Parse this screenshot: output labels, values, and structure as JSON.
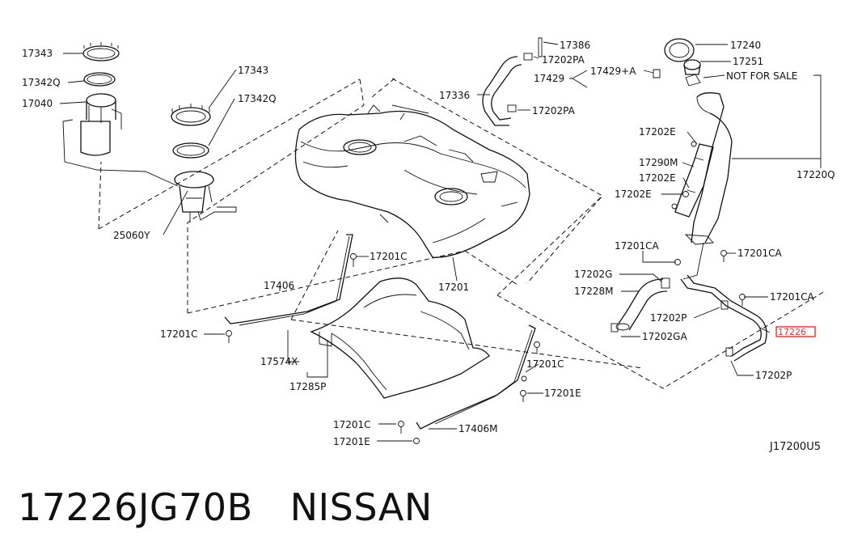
{
  "diagram": {
    "labels": {
      "p17343_top": "17343",
      "p17342q_top": "17342Q",
      "p17040": "17040",
      "p17343_mid": "17343",
      "p17342q_mid": "17342Q",
      "p25060y": "25060Y",
      "p17386": "17386",
      "p17202pa_top": "17202PA",
      "p17429": "17429",
      "p17429a": "17429+A",
      "p17336": "17336",
      "p17202pa_mid": "17202PA",
      "p17240": "17240",
      "p17251": "17251",
      "not_for_sale": "NOT FOR SALE",
      "p17202e_1": "17202E",
      "p17290m": "17290M",
      "p17202e_2": "17202E",
      "p17202e_3": "17202E",
      "p17220q": "17220Q",
      "p17201ca_1": "17201CA",
      "p17201ca_2": "17201CA",
      "p17201ca_3": "17201CA",
      "p17202g": "17202G",
      "p17228m": "17228M",
      "p17202p_1": "17202P",
      "p17202ga": "17202GA",
      "p17226_highlight": "17226",
      "p17202p_2": "17202P",
      "p17201c_1": "17201C",
      "p17406": "17406",
      "p17201": "17201",
      "p17201c_2": "17201C",
      "p17574x": "17574X",
      "p17285p": "17285P",
      "p17201c_3": "17201C",
      "p17201e_1": "17201E",
      "p17201c_4": "17201C",
      "p17201e_2": "17201E",
      "p17406m": "17406M",
      "ref_code": "J17200U5"
    }
  },
  "footer": {
    "part_number": "17226JG70B",
    "brand": "NISSAN"
  },
  "colors": {
    "highlight": "#e3312d",
    "ink": "#111111"
  }
}
